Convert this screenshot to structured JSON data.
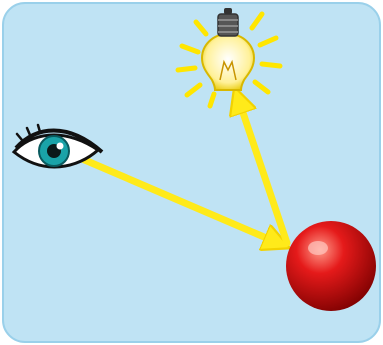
{
  "scene": {
    "background_color": "#bfe3f4",
    "border_color": "#9ad0ea",
    "ray_color": "#ffea1a",
    "ray_outline_color": "#f2d200",
    "bulb_glow_color": "#fff199",
    "bulb_rays_color": "#ffe600",
    "bulb_socket_color": "#444444",
    "sphere_highlight_color": "#ff9a8a",
    "sphere_color": "#e51a1a",
    "sphere_shadow_color": "#7a0000",
    "eye_iris_color": "#1aa3a8",
    "eye_outline_color": "#111111"
  },
  "elements": {
    "eye": "eye-icon",
    "light": "light-bulb-icon",
    "object": "red-sphere",
    "ray_eye_to_object": "ray-eye-to-object",
    "ray_object_to_light": "ray-object-to-light"
  }
}
